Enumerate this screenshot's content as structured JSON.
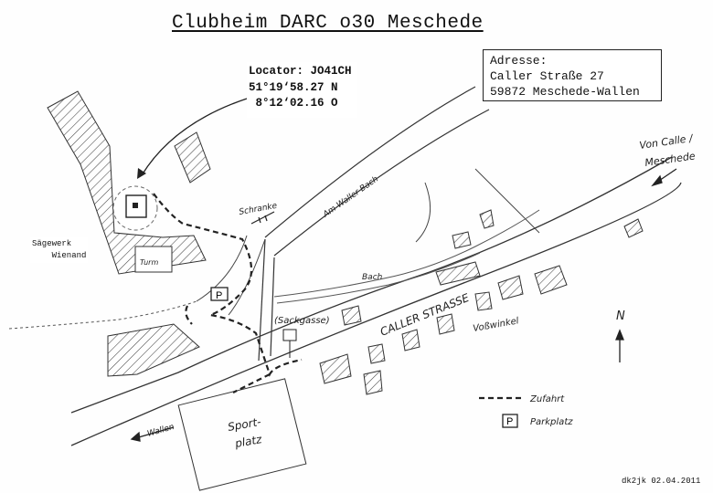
{
  "title": "Clubheim DARC o30 Meschede",
  "locator": {
    "line1": "Locator: JO41CH",
    "line2": "51°19‘58.27 N",
    "line3": " 8°12‘02.16 O"
  },
  "address": {
    "heading": "Adresse:",
    "street": "Caller Straße 27",
    "city": "59872 Meschede-Wallen"
  },
  "saw_mill": {
    "line1": "Sägewerk",
    "line2": "    Wienand"
  },
  "labels": {
    "from_calle": "Von Calle /",
    "from_meschede": "Meschede",
    "am_waller_bach": "Am Waller Bach",
    "schranke": "Schranke",
    "bach": "Bach",
    "caller_strasse": "CALLER STRASSE",
    "sackgasse": "(Sackgasse)",
    "vossuinkel": "Voßwinkel",
    "turm": "Turm",
    "to_wallen": "Wallen",
    "sportplatz_1": "Sport-",
    "sportplatz_2": "platz",
    "north": "N",
    "parking_symbol": "P"
  },
  "legend": {
    "zufahrt": "Zufahrt",
    "parkplatz": "Parkplatz",
    "parking_symbol": "P"
  },
  "credit": "dk2jk 02.04.2011"
}
